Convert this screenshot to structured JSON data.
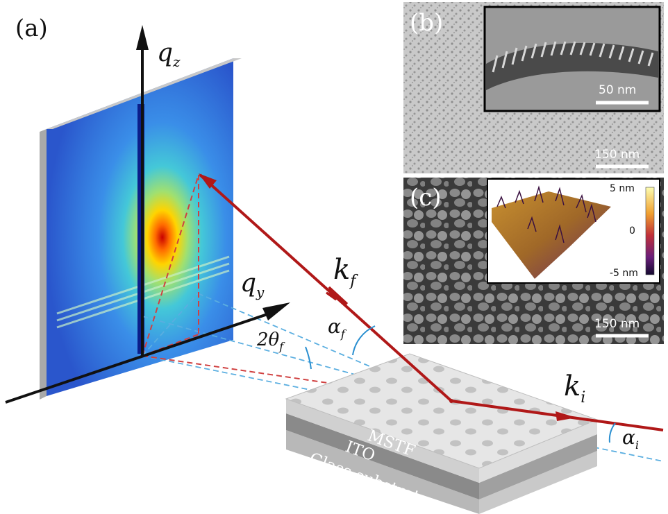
{
  "panels": {
    "a": {
      "label": "(a)",
      "axis_qz": "q",
      "axis_qz_sub": "z",
      "axis_qy": "q",
      "axis_qy_sub": "y",
      "beam_out": "k",
      "beam_out_sub": "f",
      "beam_in": "k",
      "beam_in_sub": "i",
      "angle_exit": "α",
      "angle_exit_sub": "f",
      "angle_incident": "α",
      "angle_incident_sub": "i",
      "angle_inplane": "2θ",
      "angle_inplane_sub": "f",
      "layers": [
        "MSTF",
        "ITO",
        "Glass substrate"
      ]
    },
    "b": {
      "label": "(b)",
      "scalebar_main": "150 nm",
      "scalebar_inset": "50 nm"
    },
    "c": {
      "label": "(c)",
      "scalebar_main": "150 nm",
      "colorbar_ticks": [
        "5 nm",
        "0",
        "-5 nm"
      ],
      "colorbar_colors": [
        "#fdfdb0",
        "#f0a030",
        "#c0303a",
        "#6a1e7a",
        "#140a30"
      ]
    }
  },
  "colors": {
    "beam": "#b01818",
    "projection": "#d04040",
    "guide": "#5aaee0",
    "axis": "#111111",
    "detector": "#2a64d6",
    "angle_arc": "#2a8fd0"
  }
}
